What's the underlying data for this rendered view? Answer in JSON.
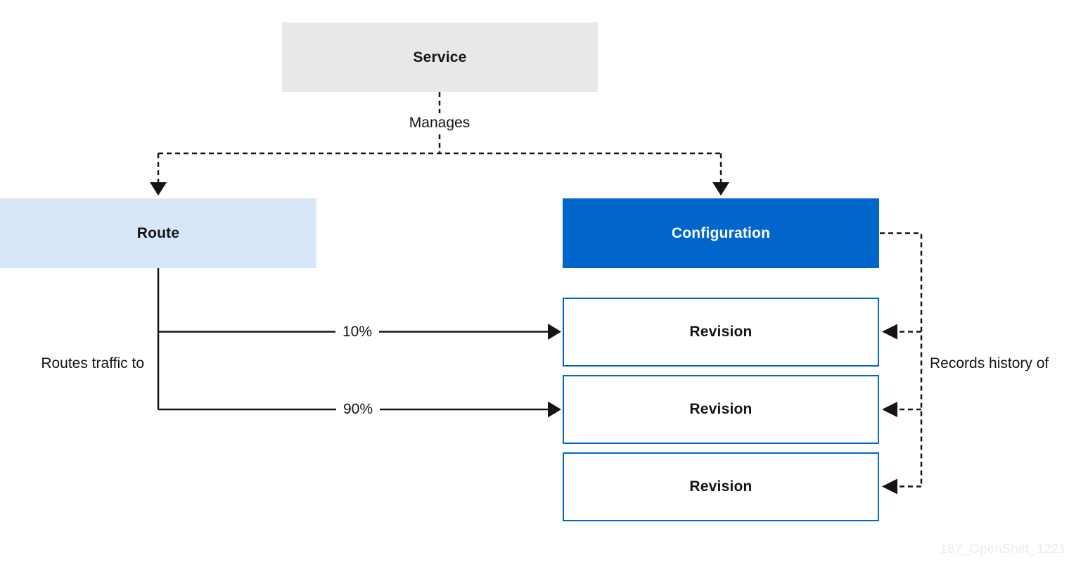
{
  "nodes": {
    "service": "Service",
    "route": "Route",
    "configuration": "Configuration",
    "revisions": [
      "Revision",
      "Revision",
      "Revision"
    ]
  },
  "labels": {
    "manages": "Manages",
    "routes_traffic_to": "Routes traffic to",
    "records_history_of": "Records history of",
    "traffic_split_10": "10%",
    "traffic_split_90": "90%"
  },
  "watermark": "187_OpenShift_1221",
  "colors": {
    "service_fill": "#e8e8e8",
    "route_fill": "#d7e7f8",
    "configuration_fill": "#0066cc",
    "configuration_text": "#ffffff",
    "revision_border": "#0066cc",
    "line": "#151515",
    "text": "#151515",
    "watermark_text": "#ececec"
  }
}
